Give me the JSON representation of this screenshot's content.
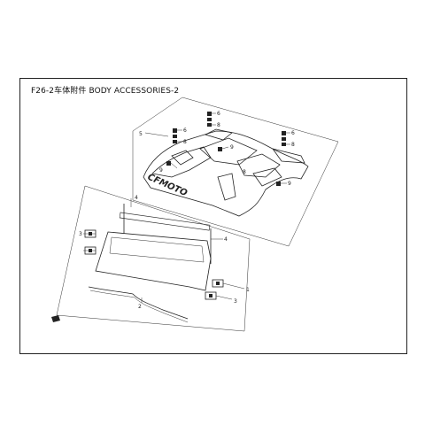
{
  "header": {
    "title": "F26-2车体附件 BODY ACCESSORIES-2"
  },
  "brand": {
    "logo_text": "CFMOTO"
  },
  "callouts": {
    "c1": "1",
    "c2": "2",
    "c3a": "3",
    "c3b": "3",
    "c4a": "4",
    "c4b": "4",
    "c5": "5",
    "c6a": "6",
    "c6b": "6",
    "c6c": "6",
    "c8a": "8",
    "c8b": "8",
    "c8c": "8",
    "c8d": "8",
    "c9a": "9",
    "c9b": "9",
    "c9c": "9"
  },
  "colors": {
    "line": "#222222",
    "background": "#ffffff"
  }
}
